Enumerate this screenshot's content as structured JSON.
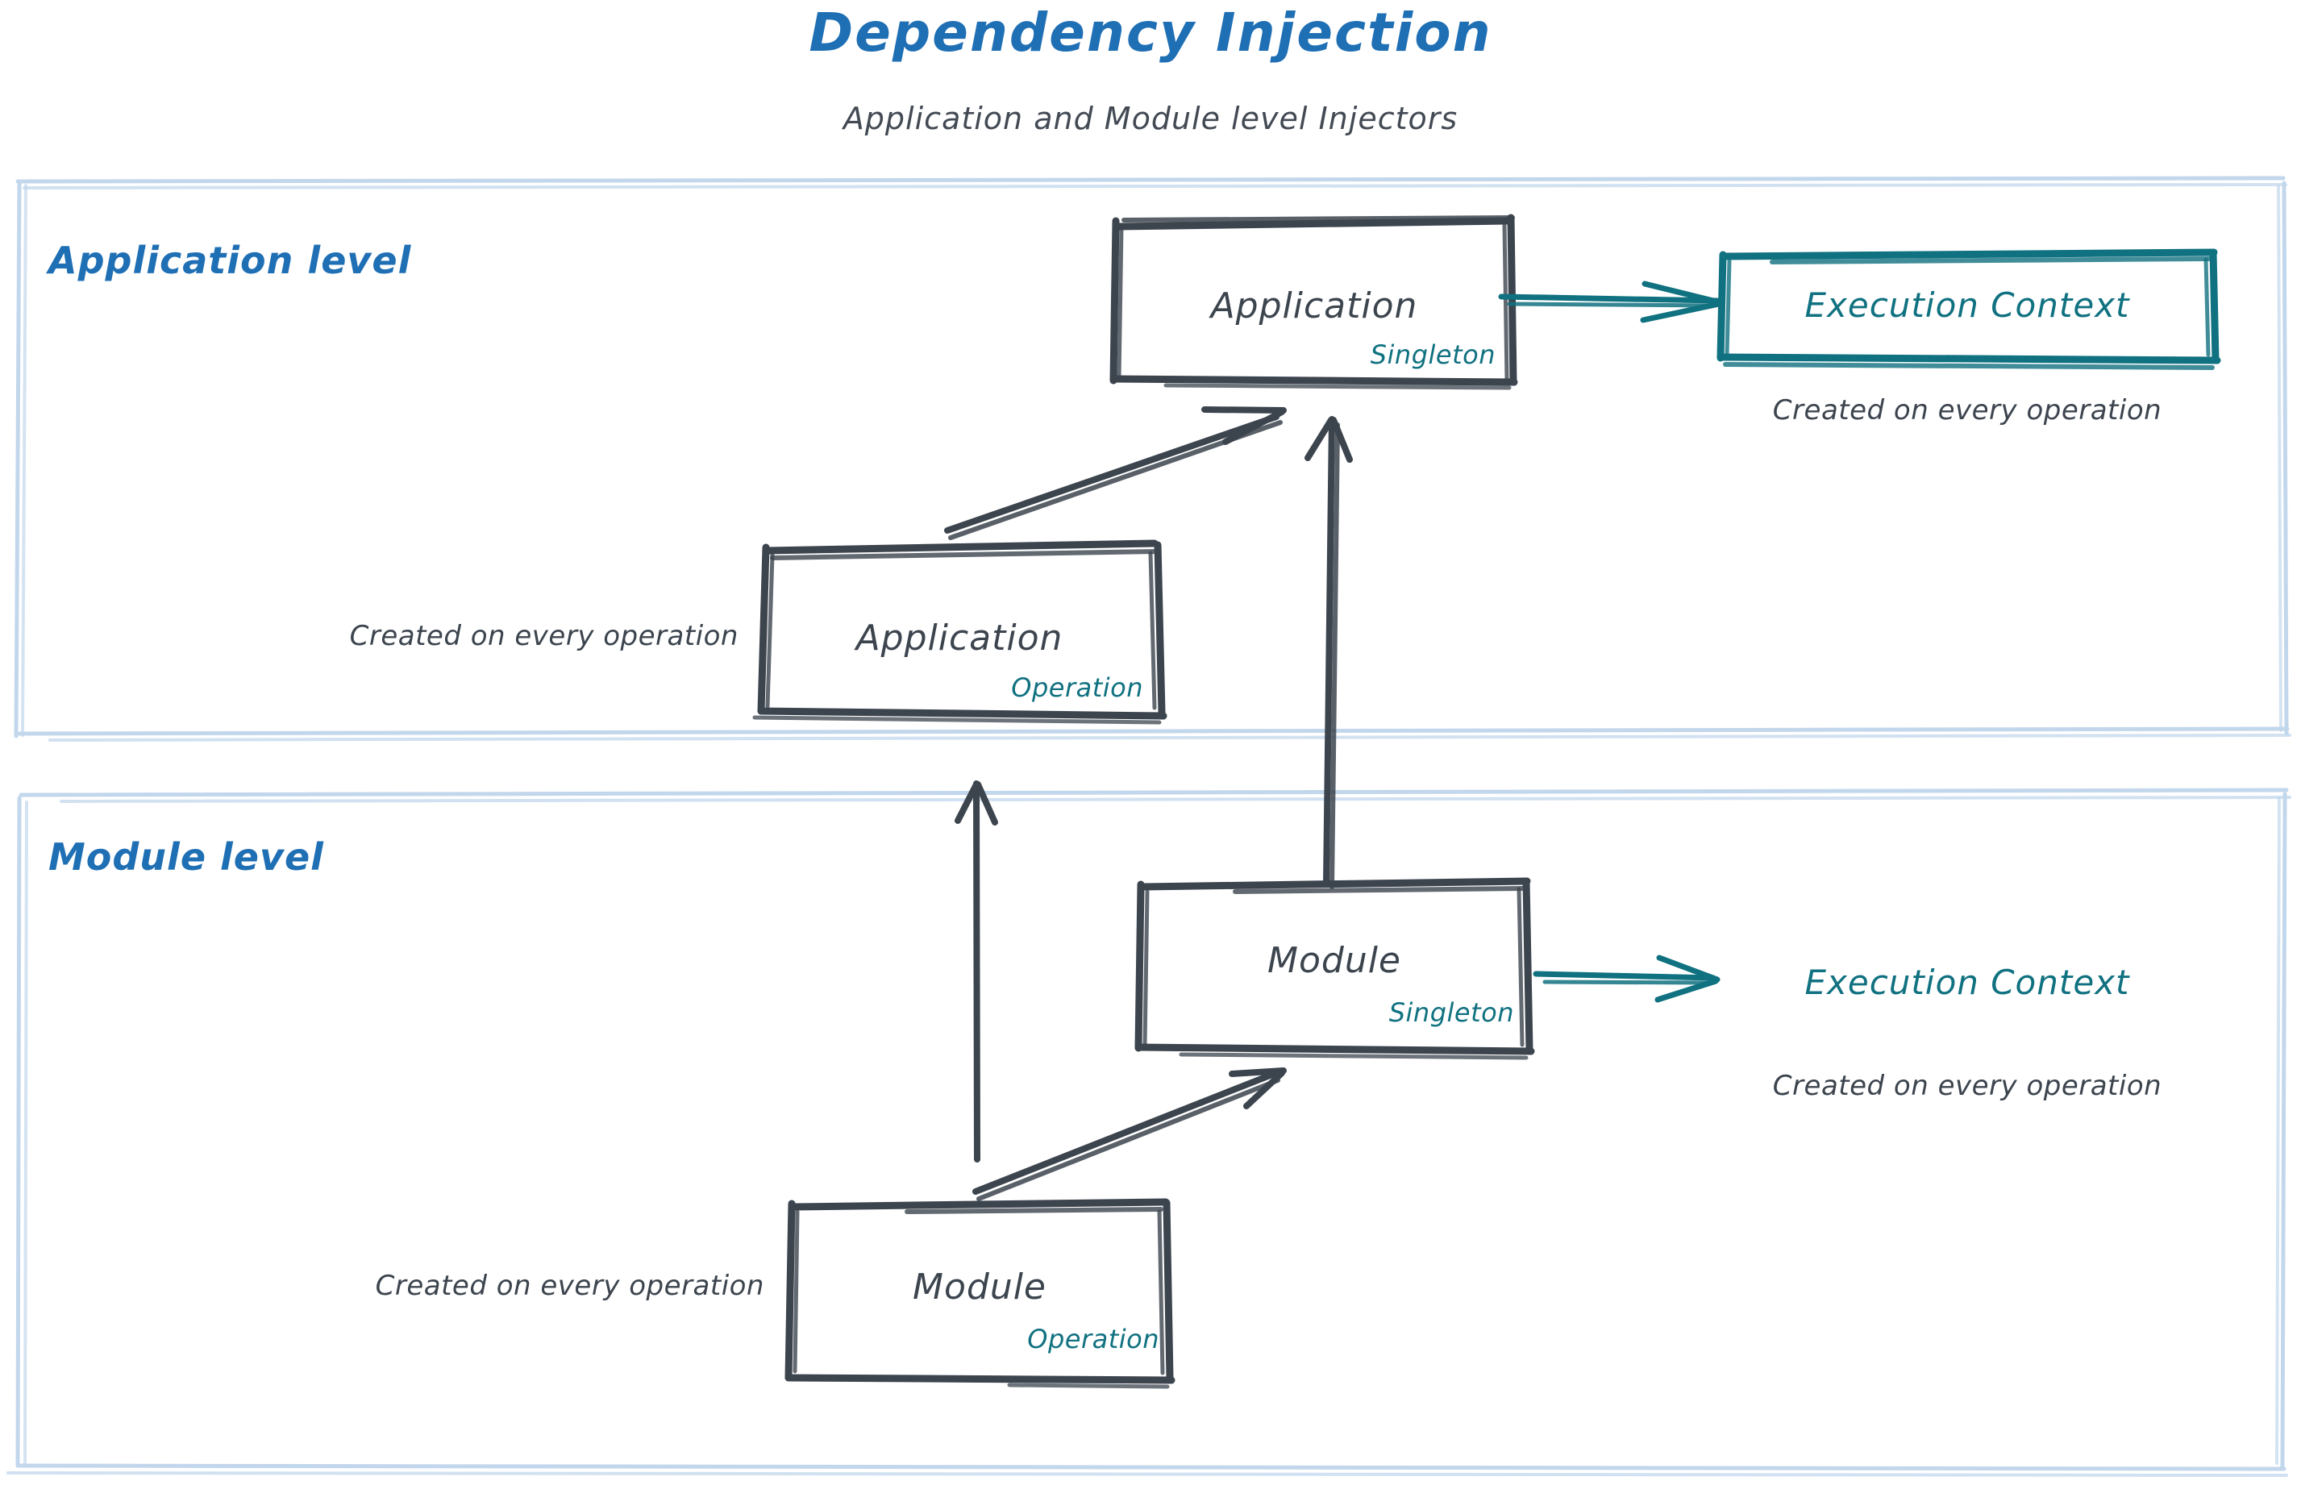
{
  "header": {
    "title": "Dependency Injection",
    "subtitle": "Application and Module level Injectors"
  },
  "colors": {
    "title_blue": "#1f6fb4",
    "container_blue": "#c2d7ec",
    "node_stroke": "#3c444e",
    "teal": "#107180",
    "text_dark": "#3c444e",
    "background": "#ffffff"
  },
  "sections": [
    {
      "id": "application-level",
      "label": "Application level",
      "nodes": [
        {
          "id": "application-singleton",
          "title": "Application",
          "scope": "Singleton"
        },
        {
          "id": "application-operation",
          "title": "Application",
          "scope": "Operation",
          "note": "Created on every operation"
        },
        {
          "id": "application-execution-context",
          "title": "Execution Context",
          "note": "Created on every operation"
        }
      ]
    },
    {
      "id": "module-level",
      "label": "Module level",
      "nodes": [
        {
          "id": "module-singleton",
          "title": "Module",
          "scope": "Singleton"
        },
        {
          "id": "module-operation",
          "title": "Module",
          "scope": "Operation",
          "note": "Created on every operation"
        },
        {
          "id": "module-execution-context",
          "title": "Execution Context",
          "note": "Created on every operation"
        }
      ]
    }
  ],
  "edges": [
    {
      "id": "app-singleton-to-execution-context",
      "from": "application-singleton",
      "to": "application-execution-context",
      "color": "teal"
    },
    {
      "id": "app-operation-to-app-singleton",
      "from": "application-operation",
      "to": "application-singleton",
      "color": "dark"
    },
    {
      "id": "module-singleton-to-app-singleton",
      "from": "module-singleton",
      "to": "application-singleton",
      "color": "dark"
    },
    {
      "id": "module-singleton-to-execution-context",
      "from": "module-singleton",
      "to": "module-execution-context",
      "color": "teal"
    },
    {
      "id": "module-operation-to-module-singleton",
      "from": "module-operation",
      "to": "module-singleton",
      "color": "dark"
    },
    {
      "id": "module-operation-to-app-operation",
      "from": "module-operation",
      "to": "application-operation",
      "color": "dark"
    }
  ]
}
